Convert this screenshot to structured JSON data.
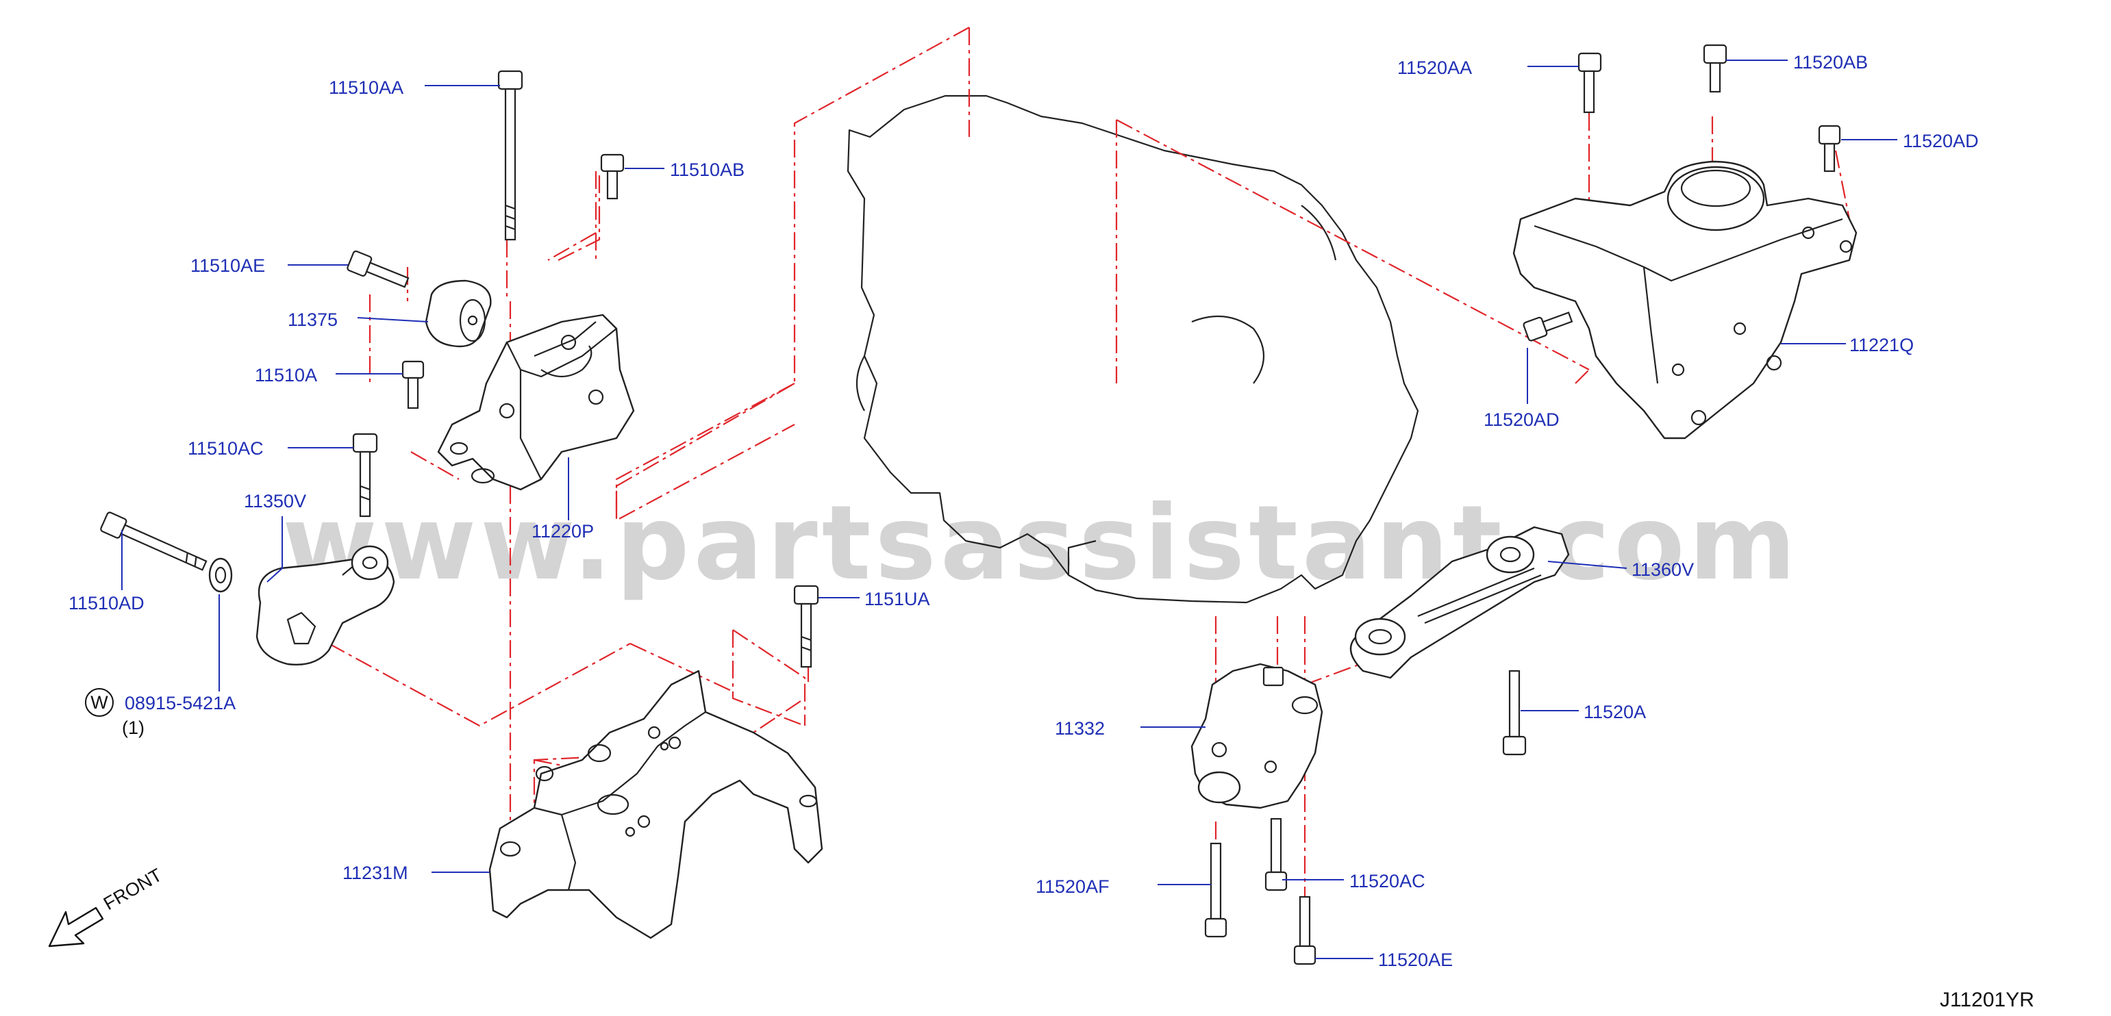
{
  "diagram": {
    "watermark": "www.partsassistant.com",
    "drawing_code": "J11201YR",
    "front_label": "FRONT",
    "washer_symbol": "W",
    "washer_qty": "(1)",
    "part_labels": [
      {
        "id": "11510AA",
        "text": "11510AA"
      },
      {
        "id": "11510AB",
        "text": "11510AB"
      },
      {
        "id": "11510AE",
        "text": "11510AE"
      },
      {
        "id": "11375",
        "text": "11375"
      },
      {
        "id": "11510A",
        "text": "11510A"
      },
      {
        "id": "11510AC",
        "text": "11510AC"
      },
      {
        "id": "11220P",
        "text": "11220P"
      },
      {
        "id": "11350V",
        "text": "11350V"
      },
      {
        "id": "11510AD",
        "text": "11510AD"
      },
      {
        "id": "08915-5421A",
        "text": "08915-5421A"
      },
      {
        "id": "1151UA",
        "text": "1151UA"
      },
      {
        "id": "11231M",
        "text": "11231M"
      },
      {
        "id": "11520AA",
        "text": "11520AA"
      },
      {
        "id": "11520AB",
        "text": "11520AB"
      },
      {
        "id": "11520AD-1",
        "text": "11520AD"
      },
      {
        "id": "11520AD-2",
        "text": "11520AD"
      },
      {
        "id": "11221Q",
        "text": "11221Q"
      },
      {
        "id": "11360V",
        "text": "11360V"
      },
      {
        "id": "11520A",
        "text": "11520A"
      },
      {
        "id": "11332",
        "text": "11332"
      },
      {
        "id": "11520AF",
        "text": "11520AF"
      },
      {
        "id": "11520AC",
        "text": "11520AC"
      },
      {
        "id": "11520AE",
        "text": "11520AE"
      }
    ],
    "colors": {
      "label": "#1f2fb5",
      "centerline": "#e0262b",
      "outline": "#222222",
      "watermark": "#d4d4d4"
    }
  }
}
